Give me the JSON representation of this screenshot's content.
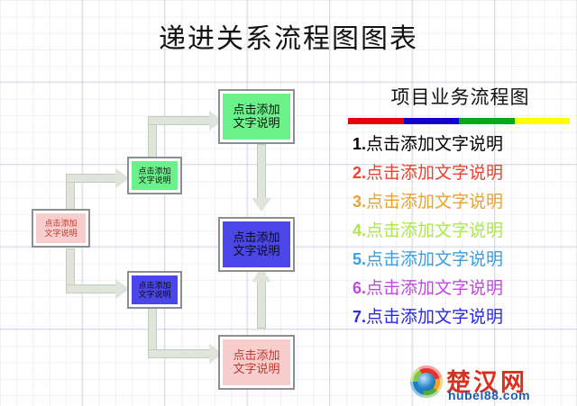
{
  "title": "递进关系流程图图表",
  "flowchart": {
    "nodes": [
      {
        "id": "n1",
        "line1": "点击添加",
        "line2": "文字说明",
        "fill": "#f7cdcd",
        "text_color": "#c0392b",
        "position": "left-middle"
      },
      {
        "id": "n2",
        "line1": "点击添加",
        "line2": "文字说明",
        "fill": "#6cf08a",
        "text_color": "#111111",
        "position": "mid-upper"
      },
      {
        "id": "n3",
        "line1": "点击添加",
        "line2": "文字说明",
        "fill": "#4a46e8",
        "text_color": "#111111",
        "position": "mid-lower"
      },
      {
        "id": "n4",
        "line1": "点击添加",
        "line2": "文字说明",
        "fill": "#6cf08a",
        "text_color": "#111111",
        "position": "right-top"
      },
      {
        "id": "n5",
        "line1": "点击添加",
        "line2": "文字说明",
        "fill": "#4a46e8",
        "text_color": "#111111",
        "position": "right-middle"
      },
      {
        "id": "n6",
        "line1": "点击添加",
        "line2": "文字说明",
        "fill": "#f7cdcd",
        "text_color": "#c0392b",
        "position": "right-bottom"
      }
    ],
    "connector_color": "#dfe5da",
    "connector_border": "#c3cbbd",
    "edges": [
      {
        "from": "n1",
        "to": "n2"
      },
      {
        "from": "n1",
        "to": "n3"
      },
      {
        "from": "n2",
        "to": "n4"
      },
      {
        "from": "n4",
        "to": "n5"
      },
      {
        "from": "n3",
        "to": "n6"
      },
      {
        "from": "n6",
        "to": "n5"
      }
    ]
  },
  "panel": {
    "heading": "项目业务流程图",
    "color_bar": [
      "#e8000d",
      "#1400ce",
      "#00a81c",
      "#ffff00"
    ],
    "items": [
      {
        "num": "1.",
        "text": "点击添加文字说明",
        "color": "#000000"
      },
      {
        "num": "2.",
        "text": "点击添加文字说明",
        "color": "#e8432e"
      },
      {
        "num": "3.",
        "text": "点击添加文字说明",
        "color": "#e8a32e"
      },
      {
        "num": "4.",
        "text": "点击添加文字说明",
        "color": "#aee84a"
      },
      {
        "num": "5.",
        "text": "点击添加文字说明",
        "color": "#3a9fe0"
      },
      {
        "num": "6.",
        "text": "点击添加文字说明",
        "color": "#c04ae0"
      },
      {
        "num": "7.",
        "text": "点击添加文字说明",
        "color": "#2a2ae0"
      }
    ]
  },
  "watermark": {
    "brand": "楚汉网",
    "url": "hubei88.com"
  }
}
